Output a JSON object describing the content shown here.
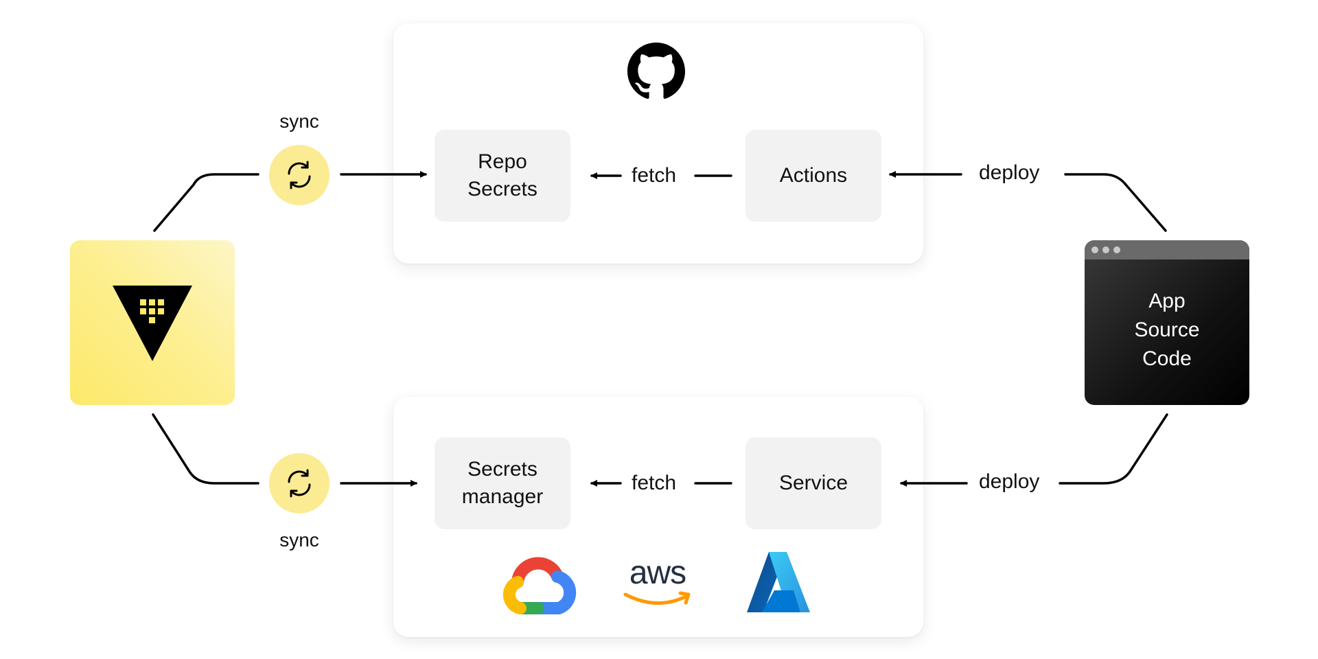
{
  "diagram": {
    "vault": {
      "icon": "hashicorp-vault-icon"
    },
    "app_source": {
      "label": "App\nSource\nCode",
      "icon": "browser-window-icon"
    },
    "github_panel": {
      "icon": "github-icon",
      "repo_secrets": "Repo\nSecrets",
      "actions": "Actions",
      "fetch_label": "fetch"
    },
    "cloud_panel": {
      "secrets_manager": "Secrets\nmanager",
      "service": "Service",
      "fetch_label": "fetch",
      "provider_icons": [
        "google-cloud-icon",
        "aws-icon",
        "azure-icon"
      ],
      "aws_text": "aws"
    },
    "edges": {
      "sync_top": "sync",
      "sync_bottom": "sync",
      "deploy_top": "deploy",
      "deploy_bottom": "deploy"
    }
  },
  "colors": {
    "sync_bubble": "#fbeb92",
    "vault_yellow": "#fde96a",
    "node_bg": "#f2f2f2",
    "app_dark": "#121212",
    "aws_orange": "#ff9900",
    "gcp_red": "#ea4335",
    "gcp_blue": "#4285f4",
    "gcp_yellow": "#fbbc05",
    "gcp_green": "#34a853",
    "azure_blue": "#0078d4"
  }
}
